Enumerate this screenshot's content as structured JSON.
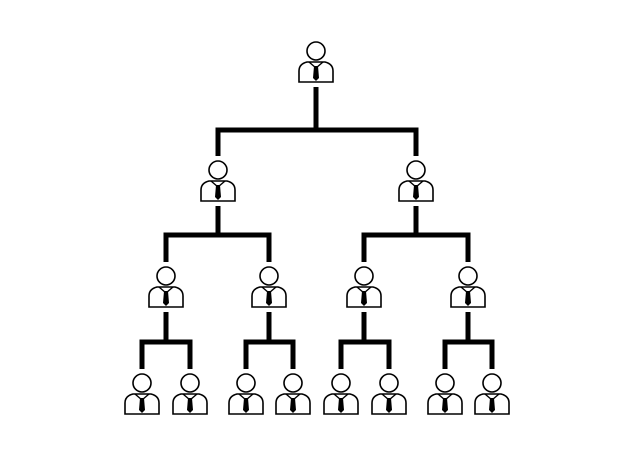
{
  "diagram": {
    "type": "org-chart",
    "node_icon": "person-with-tie-icon",
    "line_color": "#000000",
    "levels": [
      1,
      2,
      4,
      8
    ],
    "branching": 2
  }
}
